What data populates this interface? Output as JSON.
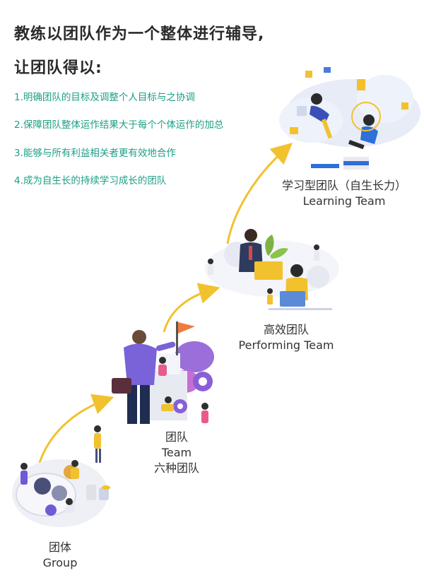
{
  "heading": {
    "line1": "教练以团队作为一个整体进行辅导,",
    "line2": "让团队得以:"
  },
  "points": [
    "1.明确团队的目标及调整个人目标与之协调",
    "2.保障团队整体运作结果大于每个个体运作的加总",
    "3.能够与所有利益相关者更有效地合作",
    "4.成为自生长的持续学习成长的团队"
  ],
  "stages": {
    "learning": {
      "cn": "学习型团队（自生长力）",
      "en": "Learning Team"
    },
    "performing": {
      "cn": "高效团队",
      "en": "Performing Team"
    },
    "team": {
      "cn": "团队",
      "en": "Team",
      "sub": "六种团队"
    },
    "group": {
      "cn": "团体",
      "en": "Group"
    }
  },
  "colors": {
    "heading": "#2a2a2a",
    "points": "#1c9f86",
    "arrow": "#f2c12e",
    "purple": "#6f5ad6",
    "navy": "#1f2d52"
  }
}
